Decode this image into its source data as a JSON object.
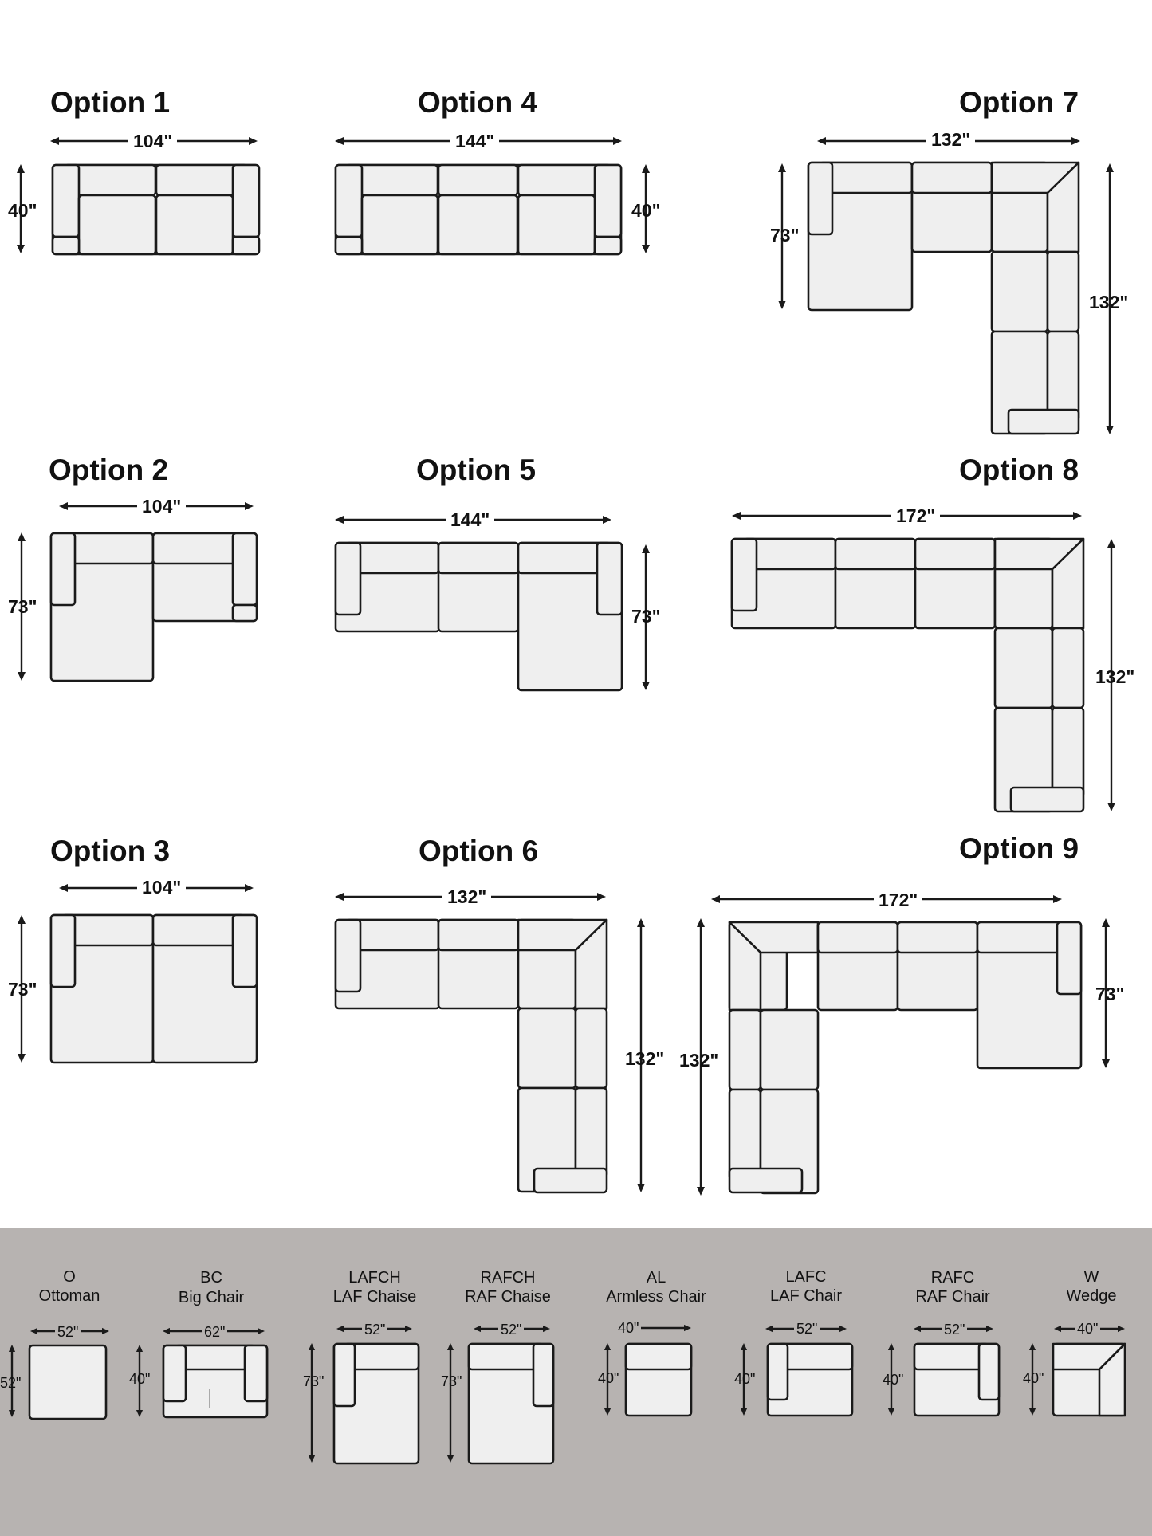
{
  "options": [
    {
      "title": "Option 1",
      "width": "104\"",
      "depth": "40\""
    },
    {
      "title": "Option 2",
      "width": "104\"",
      "depth": "73\""
    },
    {
      "title": "Option 3",
      "width": "104\"",
      "depth": "73\""
    },
    {
      "title": "Option 4",
      "width": "144\"",
      "depth": "40\""
    },
    {
      "title": "Option 5",
      "width": "144\"",
      "depth": "73\""
    },
    {
      "title": "Option 6",
      "width": "132\"",
      "depth": "132\""
    },
    {
      "title": "Option 7",
      "width": "132\"",
      "depth": "73\"",
      "depth2": "132\""
    },
    {
      "title": "Option 8",
      "width": "172\"",
      "depth": "132\""
    },
    {
      "title": "Option 9",
      "width": "172\"",
      "depth": "132\"",
      "depth2": "73\""
    }
  ],
  "legend": [
    {
      "code": "O",
      "name": "Ottoman",
      "width": "52\"",
      "depth": "52\""
    },
    {
      "code": "BC",
      "name": "Big Chair",
      "width": "62\"",
      "depth": "40\""
    },
    {
      "code": "LAFCH",
      "name": "LAF Chaise",
      "width": "52\"",
      "depth": "73\""
    },
    {
      "code": "RAFCH",
      "name": "RAF Chaise",
      "width": "52\"",
      "depth": "73\""
    },
    {
      "code": "AL",
      "name": "Armless Chair",
      "width": "40\"",
      "depth": "40\""
    },
    {
      "code": "LAFC",
      "name": "LAF Chair",
      "width": "52\"",
      "depth": "40\""
    },
    {
      "code": "RAFC",
      "name": "RAF Chair",
      "width": "52\"",
      "depth": "40\""
    },
    {
      "code": "W",
      "name": "Wedge",
      "width": "40\"",
      "depth": "40\""
    }
  ]
}
